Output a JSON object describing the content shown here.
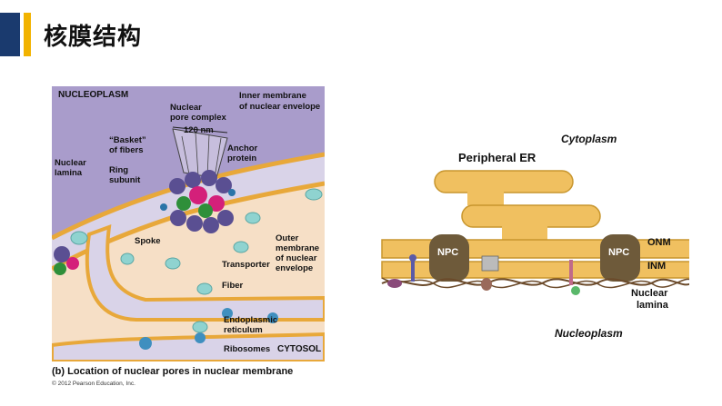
{
  "header": {
    "title": "核膜结构"
  },
  "colors": {
    "navy": "#1a3a6e",
    "gold": "#f2b300",
    "nucleoplasm": "#a99ccb",
    "cytosol": "#f6dfc6",
    "membrane": "#f0c060",
    "lumen": "#d9d3e8"
  },
  "left_figure": {
    "labels": {
      "nucleoplasm": "NUCLEOPLASM",
      "cytosol": "CYTOSOL",
      "npc_line1": "Nuclear",
      "npc_line2": "pore complex",
      "inner_line1": "Inner membrane",
      "inner_line2": "of nuclear envelope",
      "width": "120 nm",
      "basket_line1": "“Basket”",
      "basket_line2": "of fibers",
      "anchor_line1": "Anchor",
      "anchor_line2": "protein",
      "lamina_line1": "Nuclear",
      "lamina_line2": "lamina",
      "ring_line1": "Ring",
      "ring_line2": "subunit",
      "spoke": "Spoke",
      "outer_line1": "Outer",
      "outer_line2": "membrane",
      "outer_line3": "of nuclear",
      "outer_line4": "envelope",
      "transporter": "Transporter",
      "fiber": "Fiber",
      "er_line1": "Endoplasmic",
      "er_line2": "reticulum",
      "ribosomes": "Ribosomes"
    },
    "caption_letter": "(b)",
    "caption": "Location of nuclear pores in nuclear membrane",
    "copyright": "© 2012 Pearson Education, Inc."
  },
  "right_figure": {
    "labels": {
      "cytoplasm": "Cytoplasm",
      "peripheral_er": "Peripheral ER",
      "npc_left": "NPC",
      "npc_right": "NPC",
      "onm": "ONM",
      "inm": "INM",
      "lamina_line1": "Nuclear",
      "lamina_line2": "lamina",
      "nucleoplasm": "Nucleoplasm"
    }
  }
}
